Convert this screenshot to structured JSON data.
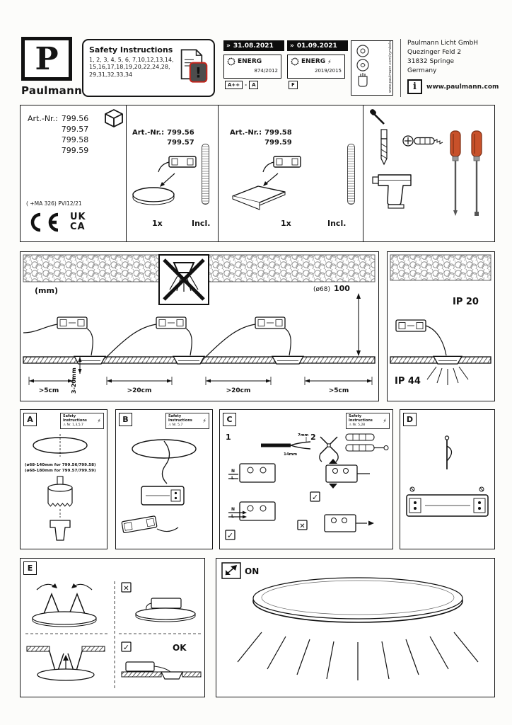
{
  "icons": {
    "chevron": "»",
    "warning": "⚠",
    "lightning": "⚡",
    "check": "✓",
    "cross": "✕",
    "info": "i"
  },
  "header": {
    "logo_letter": "P",
    "brand": "Paulmann",
    "safety_box": {
      "title": "Safety Instructions",
      "line1": "1, 2, 3, 4, 5, 6, 7,10,12,13,14,",
      "line2": "15,16,17,18,19,20,22,24,28,",
      "line3": "29,31,32,33,34"
    },
    "date1": "31.08.2021",
    "date2": "01.09.2021",
    "energy1": {
      "name": "ENERG",
      "regulation": "874/2012",
      "class_high": "A++",
      "dash": "-",
      "class_low": "A"
    },
    "energy2": {
      "name": "ENERG",
      "regulation": "2019/2015",
      "class": "F"
    },
    "symbols_url": "www.paulmann.com/symbols",
    "address": [
      "Paulmann Licht GmbH",
      "Quezinger Feld 2",
      "31832 Springe",
      "Germany"
    ],
    "website": "www.paulmann.com"
  },
  "articles": {
    "prefix": "Art.-Nr.:",
    "numbers": [
      "799.56",
      "799.57",
      "799.58",
      "799.59"
    ],
    "ma_note": "( +MA 326) PVI12/21",
    "ukca": [
      "UK",
      "CA"
    ],
    "round": {
      "prefix": "Art.-Nr.:",
      "num1": "799.56",
      "num2": "799.57",
      "qty": "1x",
      "included": "Incl."
    },
    "square": {
      "prefix": "Art.-Nr.:",
      "num1": "799.58",
      "num2": "799.59",
      "qty": "1x",
      "included": "Incl."
    }
  },
  "diagram": {
    "unit": "(mm)",
    "hole_prefix": "(ø68)",
    "hole_value": "100",
    "dist_left": ">5cm",
    "depth": "3-20mm",
    "dist_mid1": ">20cm",
    "dist_mid2": ">20cm",
    "dist_right": ">5cm",
    "ip_above": "IP 20",
    "ip_below": "IP 44"
  },
  "steps": {
    "a": {
      "letter": "A",
      "safety_title": "Safety Instructions",
      "safety_nr": "Nr. 1,3,5,7",
      "note1": "(ø68-140mm for 799.56/799.58)",
      "note2": "(ø68-180mm for 799.57/799.59)"
    },
    "b": {
      "letter": "B",
      "safety_title": "Safety Instructions",
      "safety_nr": "Nr. 5,7"
    },
    "c": {
      "letter": "C",
      "safety_title": "Safety Instructions",
      "safety_nr": "Nr. 5,28",
      "step1": "1",
      "step2": "2",
      "strip_short": "7mm",
      "strip_long": "14mm",
      "n": "N",
      "l": "L"
    },
    "d": {
      "letter": "D"
    },
    "e": {
      "letter": "E",
      "ok": "OK"
    },
    "on": {
      "label": "ON"
    }
  }
}
